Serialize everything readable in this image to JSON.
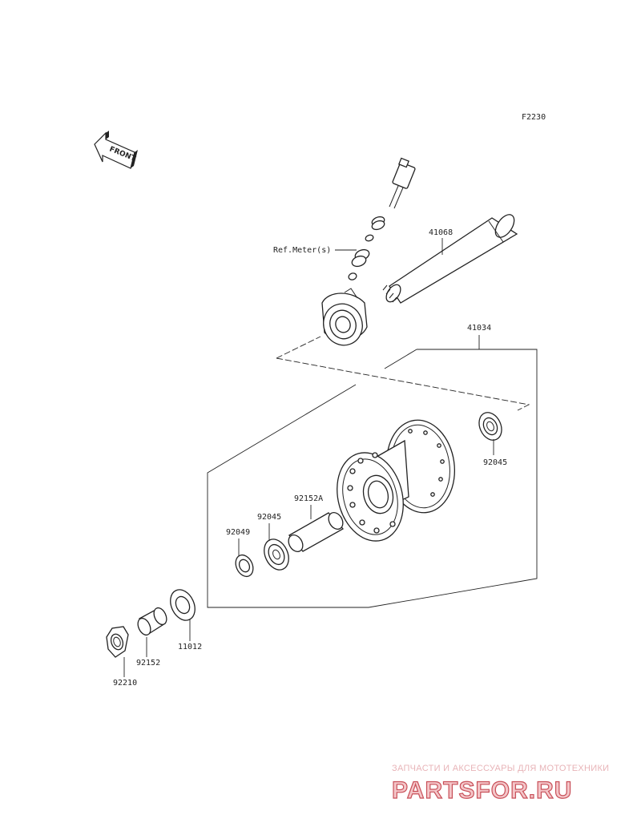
{
  "diagram_code": "F2230",
  "front_label": "FRONT",
  "parts": {
    "speedo": "Ref.Meter(s)",
    "axle": "41068",
    "hub": "41034",
    "bearing_right": "92045",
    "spacer": "92152A",
    "bearing_left": "92045",
    "seal": "92049",
    "collar_plate": "11012",
    "collar": "92152",
    "nut": "92210"
  },
  "watermark": {
    "tagline": "ЗАПЧАСТИ И АКСЕССУАРЫ ДЛЯ МОТОТЕХНИКИ",
    "logo": "PARTSFOR.RU"
  },
  "colors": {
    "line": "#222222",
    "watermark_fill": "#f4c6c9",
    "watermark_stroke": "#c85059"
  }
}
